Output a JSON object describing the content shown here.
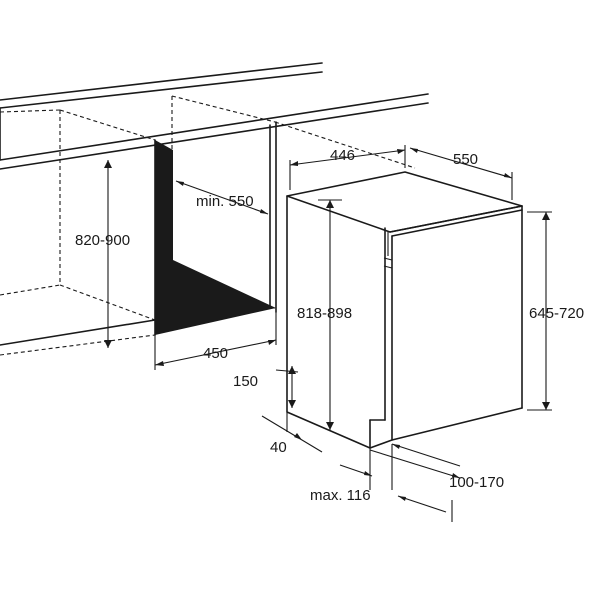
{
  "diagram": {
    "dimensions": {
      "niche_width": "446",
      "niche_depth": "550",
      "cabinet_height": "820-900",
      "min_depth": "min. 550",
      "niche_opening": "450",
      "appliance_height": "818-898",
      "door_height": "645-720",
      "plinth_height": "150",
      "plinth_depth": "40",
      "door_offset": "100-170",
      "max_offset": "max. 116"
    },
    "colors": {
      "line": "#1a1a1a",
      "fill_dark": "#1a1a1a",
      "background": "#ffffff"
    }
  }
}
